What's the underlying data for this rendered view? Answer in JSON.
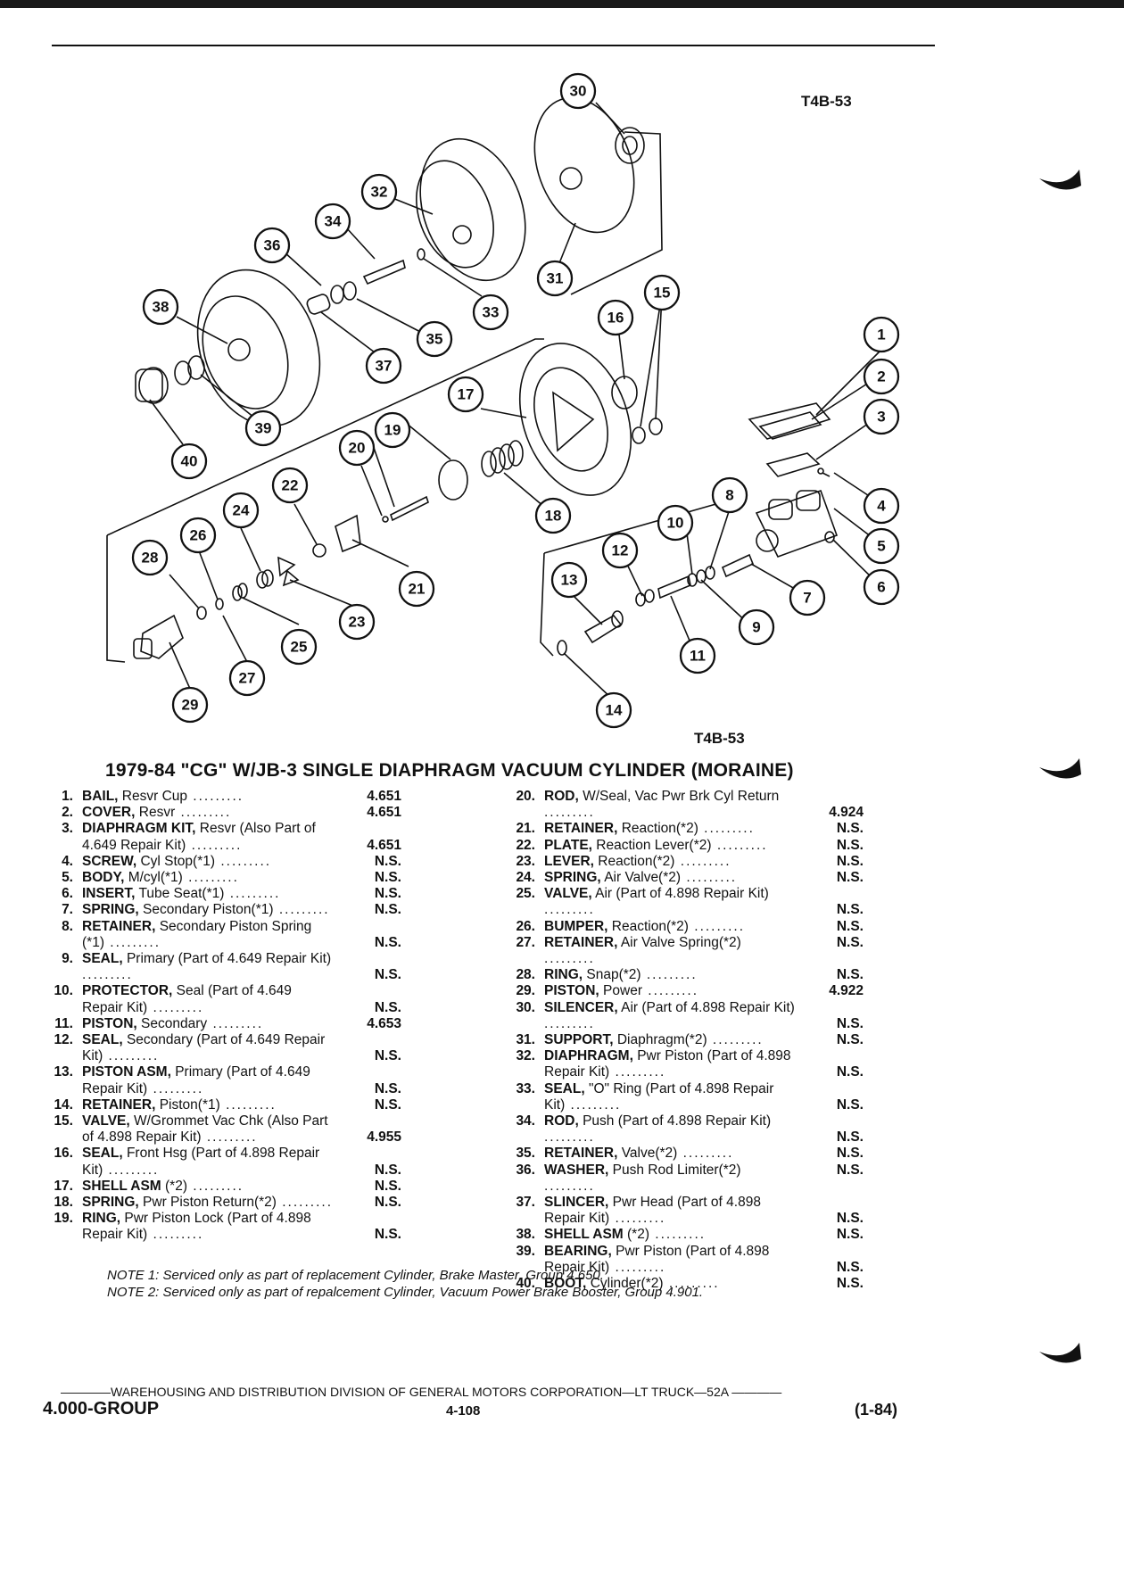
{
  "figure_codes": {
    "top": "T4B-53",
    "bottom": "T4B-53"
  },
  "title": "1979-84 \"CG\" W/JB-3 SINGLE DIAPHRAGM VACUUM CYLINDER (MORAINE)",
  "parts_left": [
    {
      "no": "1.",
      "name": "BAIL,",
      "desc": "Resvr Cup",
      "group": "4.651"
    },
    {
      "no": "2.",
      "name": "COVER,",
      "desc": "Resvr",
      "group": "4.651"
    },
    {
      "no": "3.",
      "name": "DIAPHRAGM KIT,",
      "desc": "Resvr (Also Part of 4.649 Repair Kit)",
      "group": "4.651"
    },
    {
      "no": "4.",
      "name": "SCREW,",
      "desc": "Cyl Stop(*1)",
      "group": "N.S."
    },
    {
      "no": "5.",
      "name": "BODY,",
      "desc": "M/cyl(*1)",
      "group": "N.S."
    },
    {
      "no": "6.",
      "name": "INSERT,",
      "desc": "Tube Seat(*1)",
      "group": "N.S."
    },
    {
      "no": "7.",
      "name": "SPRING,",
      "desc": "Secondary Piston(*1)",
      "group": "N.S."
    },
    {
      "no": "8.",
      "name": "RETAINER,",
      "desc": "Secondary Piston Spring (*1)",
      "group": "N.S."
    },
    {
      "no": "9.",
      "name": "SEAL,",
      "desc": "Primary (Part of 4.649 Repair Kit)",
      "group": "N.S."
    },
    {
      "no": "10.",
      "name": "PROTECTOR,",
      "desc": "Seal (Part of 4.649 Repair Kit)",
      "group": "N.S."
    },
    {
      "no": "11.",
      "name": "PISTON,",
      "desc": "Secondary",
      "group": "4.653"
    },
    {
      "no": "12.",
      "name": "SEAL,",
      "desc": "Secondary (Part of 4.649 Repair Kit)",
      "group": "N.S."
    },
    {
      "no": "13.",
      "name": "PISTON ASM,",
      "desc": "Primary (Part of 4.649 Repair Kit)",
      "group": "N.S."
    },
    {
      "no": "14.",
      "name": "RETAINER,",
      "desc": "Piston(*1)",
      "group": "N.S."
    },
    {
      "no": "15.",
      "name": "VALVE,",
      "desc": "W/Grommet Vac Chk (Also Part of 4.898 Repair Kit)",
      "group": "4.955"
    },
    {
      "no": "16.",
      "name": "SEAL,",
      "desc": "Front Hsg (Part of 4.898 Repair Kit)",
      "group": "N.S."
    },
    {
      "no": "17.",
      "name": "SHELL ASM",
      "desc": "(*2)",
      "group": "N.S."
    },
    {
      "no": "18.",
      "name": "SPRING,",
      "desc": "Pwr Piston Return(*2)",
      "group": "N.S."
    },
    {
      "no": "19.",
      "name": "RING,",
      "desc": "Pwr Piston Lock (Part of 4.898 Repair Kit)",
      "group": "N.S."
    }
  ],
  "parts_right": [
    {
      "no": "20.",
      "name": "ROD,",
      "desc": "W/Seal, Vac Pwr Brk Cyl Return",
      "group": "4.924"
    },
    {
      "no": "21.",
      "name": "RETAINER,",
      "desc": "Reaction(*2)",
      "group": "N.S."
    },
    {
      "no": "22.",
      "name": "PLATE,",
      "desc": "Reaction Lever(*2)",
      "group": "N.S."
    },
    {
      "no": "23.",
      "name": "LEVER,",
      "desc": "Reaction(*2)",
      "group": "N.S."
    },
    {
      "no": "24.",
      "name": "SPRING,",
      "desc": "Air Valve(*2)",
      "group": "N.S."
    },
    {
      "no": "25.",
      "name": "VALVE,",
      "desc": "Air (Part of 4.898 Repair Kit)",
      "group": "N.S."
    },
    {
      "no": "26.",
      "name": "BUMPER,",
      "desc": "Reaction(*2)",
      "group": "N.S."
    },
    {
      "no": "27.",
      "name": "RETAINER,",
      "desc": "Air Valve Spring(*2)",
      "group": "N.S."
    },
    {
      "no": "28.",
      "name": "RING,",
      "desc": "Snap(*2)",
      "group": "N.S."
    },
    {
      "no": "29.",
      "name": "PISTON,",
      "desc": "Power",
      "group": "4.922"
    },
    {
      "no": "30.",
      "name": "SILENCER,",
      "desc": "Air (Part of 4.898 Repair Kit)",
      "group": "N.S."
    },
    {
      "no": "31.",
      "name": "SUPPORT,",
      "desc": "Diaphragm(*2)",
      "group": "N.S."
    },
    {
      "no": "32.",
      "name": "DIAPHRAGM,",
      "desc": "Pwr Piston (Part of 4.898 Repair Kit)",
      "group": "N.S."
    },
    {
      "no": "33.",
      "name": "SEAL,",
      "desc": "\"O\" Ring (Part of 4.898 Repair Kit)",
      "group": "N.S."
    },
    {
      "no": "34.",
      "name": "ROD,",
      "desc": "Push (Part of 4.898 Repair Kit)",
      "group": "N.S."
    },
    {
      "no": "35.",
      "name": "RETAINER,",
      "desc": "Valve(*2)",
      "group": "N.S."
    },
    {
      "no": "36.",
      "name": "WASHER,",
      "desc": "Push Rod Limiter(*2)",
      "group": "N.S."
    },
    {
      "no": "37.",
      "name": "SLINCER,",
      "desc": "Pwr Head (Part of 4.898 Repair Kit)",
      "group": "N.S."
    },
    {
      "no": "38.",
      "name": "SHELL ASM",
      "desc": "(*2)",
      "group": "N.S."
    },
    {
      "no": "39.",
      "name": "BEARING,",
      "desc": "Pwr Piston (Part of 4.898 Repair Kit)",
      "group": "N.S."
    },
    {
      "no": "40.",
      "name": "BOOT,",
      "desc": "Cylinder(*2)",
      "group": "N.S."
    }
  ],
  "notes": [
    "NOTE 1: Serviced only as part of replacement Cylinder, Brake Master, Group 4.650.",
    "NOTE 2: Serviced only as part of repalcement Cylinder, Vacuum Power Brake Booster, Group 4.901."
  ],
  "footer": {
    "line": "WAREHOUSING AND DISTRIBUTION DIVISION OF GENERAL MOTORS CORPORATION—LT TRUCK—52A",
    "group": "4.000-GROUP",
    "page": "4-108",
    "date": "(1-84)"
  }
}
